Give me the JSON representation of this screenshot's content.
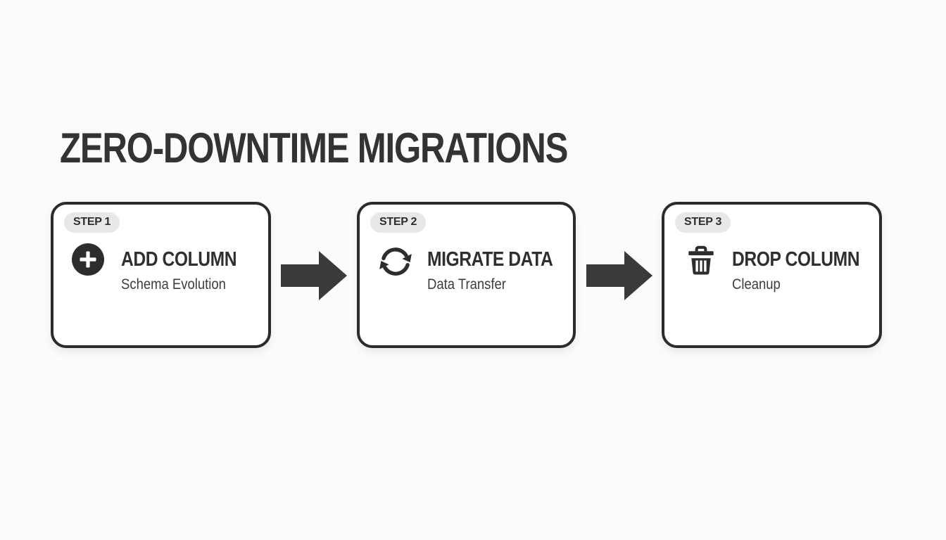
{
  "header": {
    "title": "ZERO-DOWNTIME MIGRATIONS"
  },
  "colors": {
    "background": "#fafbfc",
    "card_background": "#ffffff",
    "card_border": "#2b2b2b",
    "badge_background": "#e8e8e8",
    "heading_ink": "#333333",
    "subtitle_ink": "#3d3d3d",
    "icon_ink": "#2d2d2d",
    "arrow_fill": "#3a3a3a"
  },
  "steps": [
    {
      "badge": "STEP 1",
      "icon": "plus-circle-icon",
      "title": "ADD COLUMN",
      "subtitle": "Schema Evolution"
    },
    {
      "badge": "STEP 2",
      "icon": "sync-icon",
      "title": "MIGRATE DATA",
      "subtitle": "Data Transfer"
    },
    {
      "badge": "STEP 3",
      "icon": "trash-icon",
      "title": "DROP COLUMN",
      "subtitle": "Cleanup"
    }
  ],
  "connectors": [
    {
      "icon": "arrow-right-icon"
    },
    {
      "icon": "arrow-right-icon"
    }
  ]
}
